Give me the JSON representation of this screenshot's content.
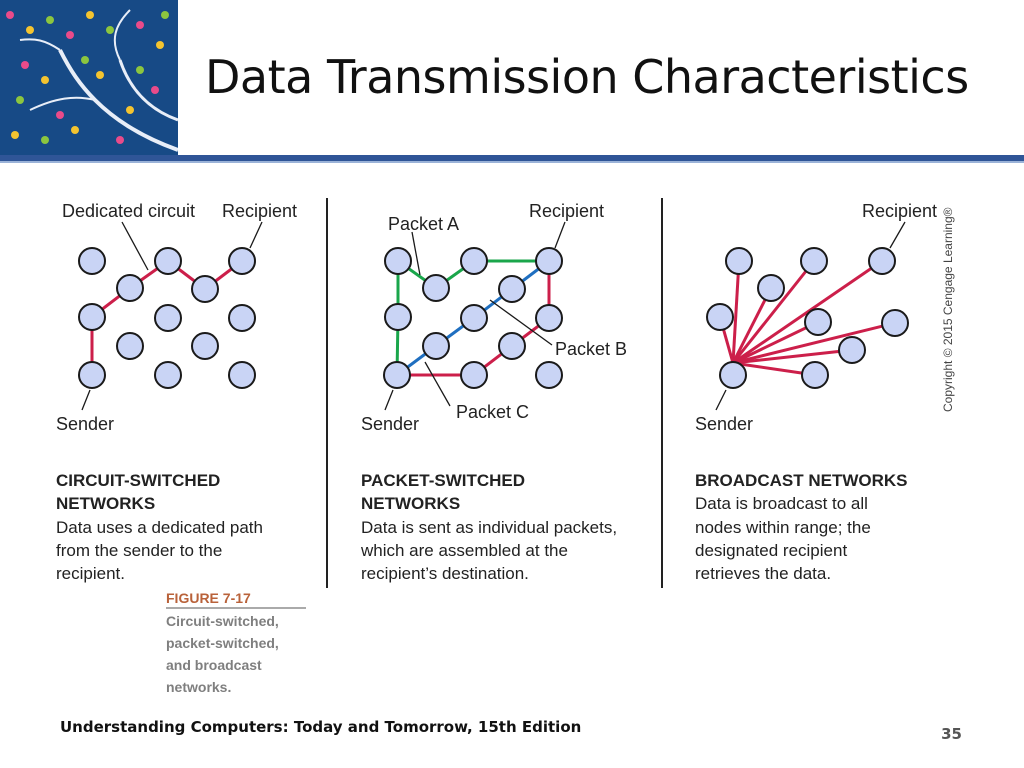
{
  "slide": {
    "title": "Data Transmission Characteristics",
    "footer": "Understanding Computers: Today and Tomorrow, 15th Edition",
    "page_number": "35"
  },
  "colors": {
    "header_bar": "#2f5597",
    "node_fill": "#c9d4f5",
    "circuit_path": "#cc1f4a",
    "packet_a": "#1aa64b",
    "packet_b": "#1f6fc0",
    "packet_c": "#cc1f4a"
  },
  "panels": {
    "circuit": {
      "label_dedicated": "Dedicated circuit",
      "label_recipient": "Recipient",
      "label_sender": "Sender",
      "heading_line1": "CIRCUIT-SWITCHED",
      "heading_line2": "NETWORKS",
      "desc": [
        "Data uses a dedicated path",
        "from the sender to the",
        "recipient."
      ]
    },
    "packet": {
      "label_packet_a": "Packet A",
      "label_recipient": "Recipient",
      "label_packet_b": "Packet B",
      "label_packet_c": "Packet C",
      "label_sender": "Sender",
      "heading_line1": "PACKET-SWITCHED",
      "heading_line2": "NETWORKS",
      "desc": [
        "Data is sent as individual packets,",
        "which are assembled at the",
        "recipient’s destination."
      ]
    },
    "broadcast": {
      "label_recipient": "Recipient",
      "label_sender": "Sender",
      "heading": "BROADCAST NETWORKS",
      "desc": [
        "Data is broadcast to all",
        "nodes within range; the",
        "designated recipient",
        "retrieves the data."
      ]
    }
  },
  "copyright": "Copyright © 2015 Cengage Learning®",
  "figure_caption": {
    "title": "FIGURE 7-17",
    "lines": [
      "Circuit-switched,",
      "packet-switched,",
      "and broadcast",
      "networks."
    ]
  }
}
